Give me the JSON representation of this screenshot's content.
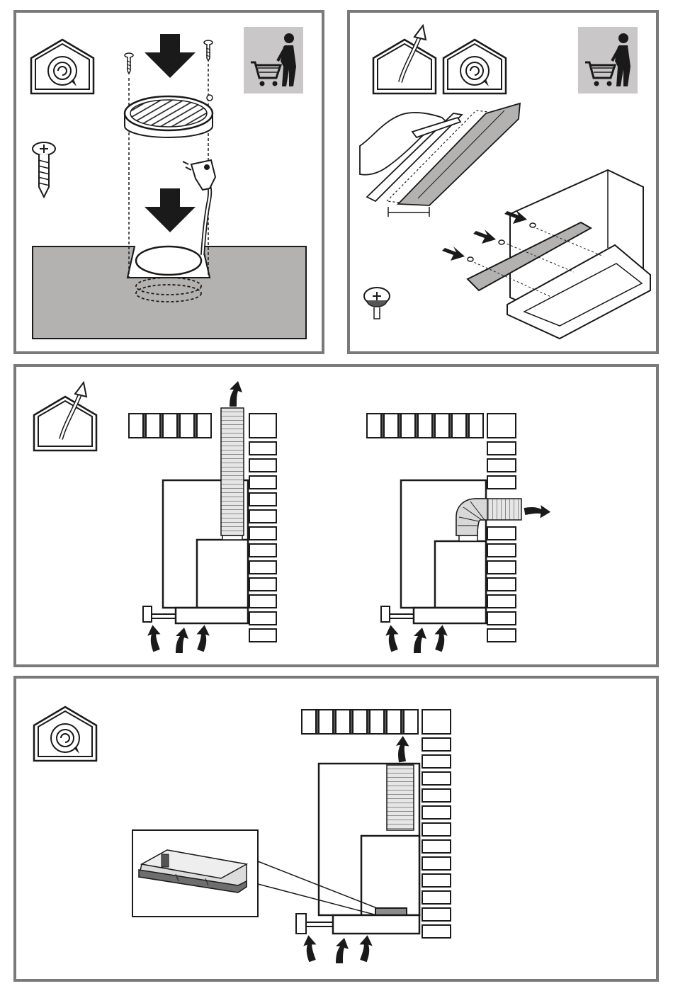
{
  "colors": {
    "frame": "#7a7a7a",
    "ink": "#1a1a1a",
    "counter": "#b4b1b1",
    "badge_bg": "#c9c7c7",
    "duct_fill": "#e6e6e6",
    "panel_bg": "#ffffff"
  },
  "icons": {
    "recirculation_house": "house-recirculation-icon",
    "extraction_house": "house-extraction-icon",
    "accessory_badge": "optional-accessory-shopping-cart-icon",
    "screw": "screw-icon",
    "down_arrow": "insert-direction-arrow-icon",
    "air_arrow": "airflow-arrow-icon"
  },
  "panels": [
    {
      "id": "grease-filter-install",
      "mode": "recirculation",
      "shows_accessory_badge": true
    },
    {
      "id": "ducting-spoiler-install",
      "mode": "extraction-and-recirculation",
      "shows_accessory_badge": true
    },
    {
      "id": "extraction-duct-routing",
      "mode": "extraction",
      "variants": [
        "vertical-duct-to-ceiling",
        "elbow-duct-through-wall"
      ]
    },
    {
      "id": "recirculation-filter-routing",
      "mode": "recirculation",
      "shows_filter_detail": true
    }
  ]
}
